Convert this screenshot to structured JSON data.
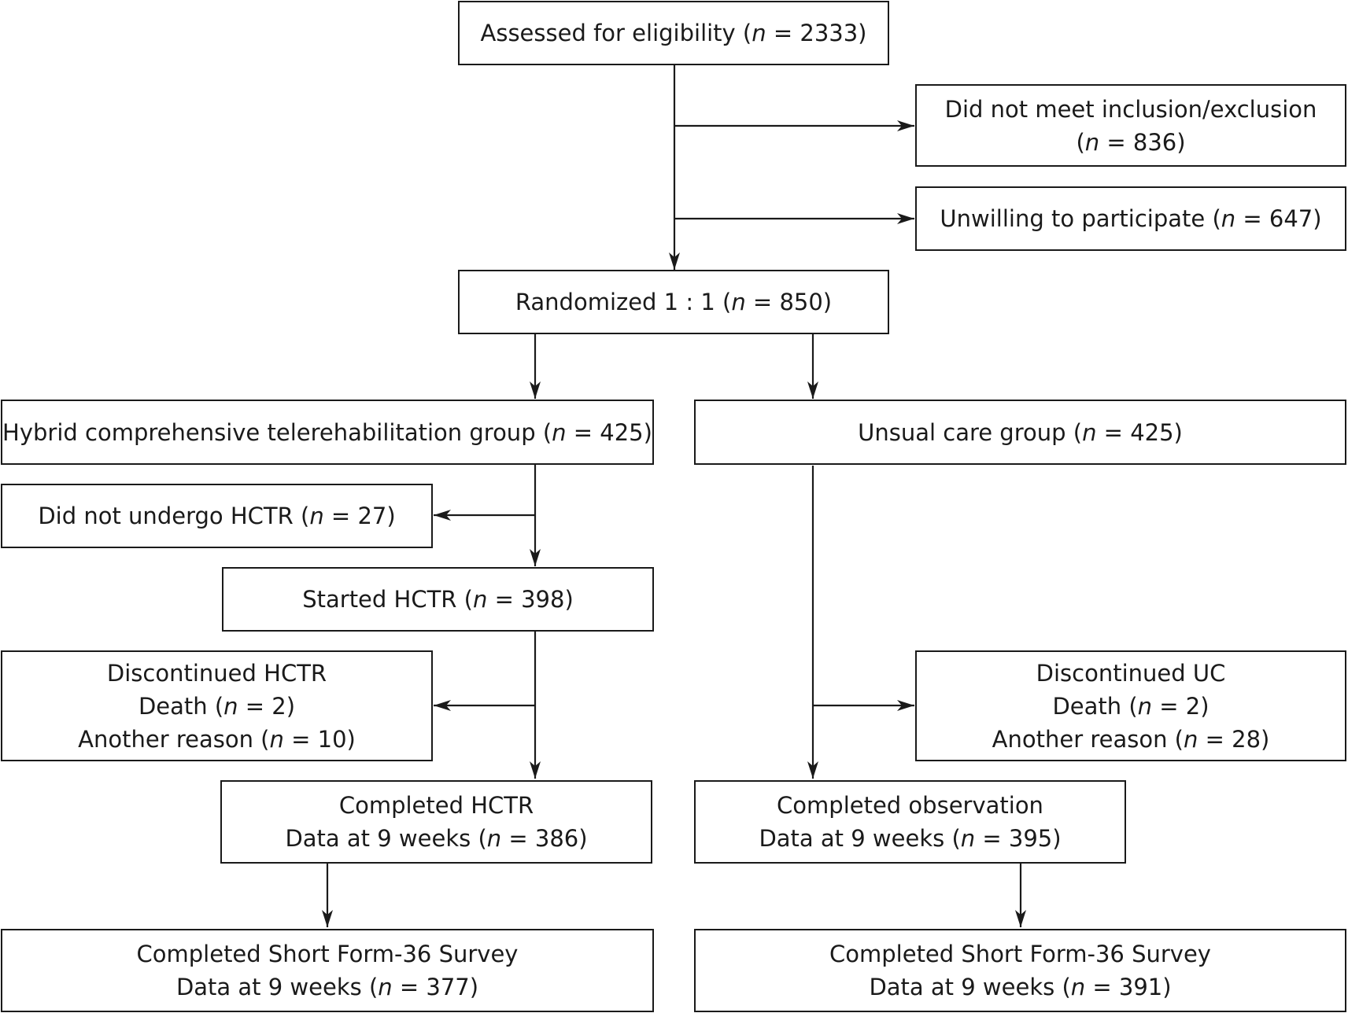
{
  "boxes": {
    "assessed": [
      "Assessed for eligibility (<i>n</i> = 2333)"
    ],
    "not_meet": [
      "Did not meet inclusion/exclusion",
      "(<i>n</i> = 836)"
    ],
    "unwilling": [
      "Unwilling to participate (<i>n</i> = 647)"
    ],
    "randomized": [
      "Randomized 1 : 1 (<i>n</i> = 850)"
    ],
    "hybrid": [
      "Hybrid comprehensive telerehabilitation group (<i>n</i> = 425)"
    ],
    "unsual": [
      "Unsual care group (<i>n</i> = 425)"
    ],
    "not_undergo": [
      "Did not undergo HCTR (<i>n</i> = 27)"
    ],
    "started": [
      "Started HCTR (<i>n</i> = 398)"
    ],
    "disc_hctr": [
      "Discontinued HCTR",
      "Death (<i>n</i> = 2)",
      "Another reason (<i>n</i> = 10)"
    ],
    "disc_uc": [
      "Discontinued UC",
      "Death (<i>n</i> = 2)",
      "Another reason (<i>n</i> = 28)"
    ],
    "comp_hctr": [
      "Completed HCTR",
      "Data at 9 weeks (<i>n</i> = 386)"
    ],
    "comp_obs": [
      "Completed observation",
      "Data at 9 weeks (<i>n</i> = 395)"
    ],
    "sf36_left": [
      "Completed Short Form-36 Survey",
      "Data at 9 weeks (<i>n</i> = 377)"
    ],
    "sf36_right": [
      "Completed Short Form-36 Survey",
      "Data at 9 weeks (<i>n</i> = 391)"
    ]
  }
}
